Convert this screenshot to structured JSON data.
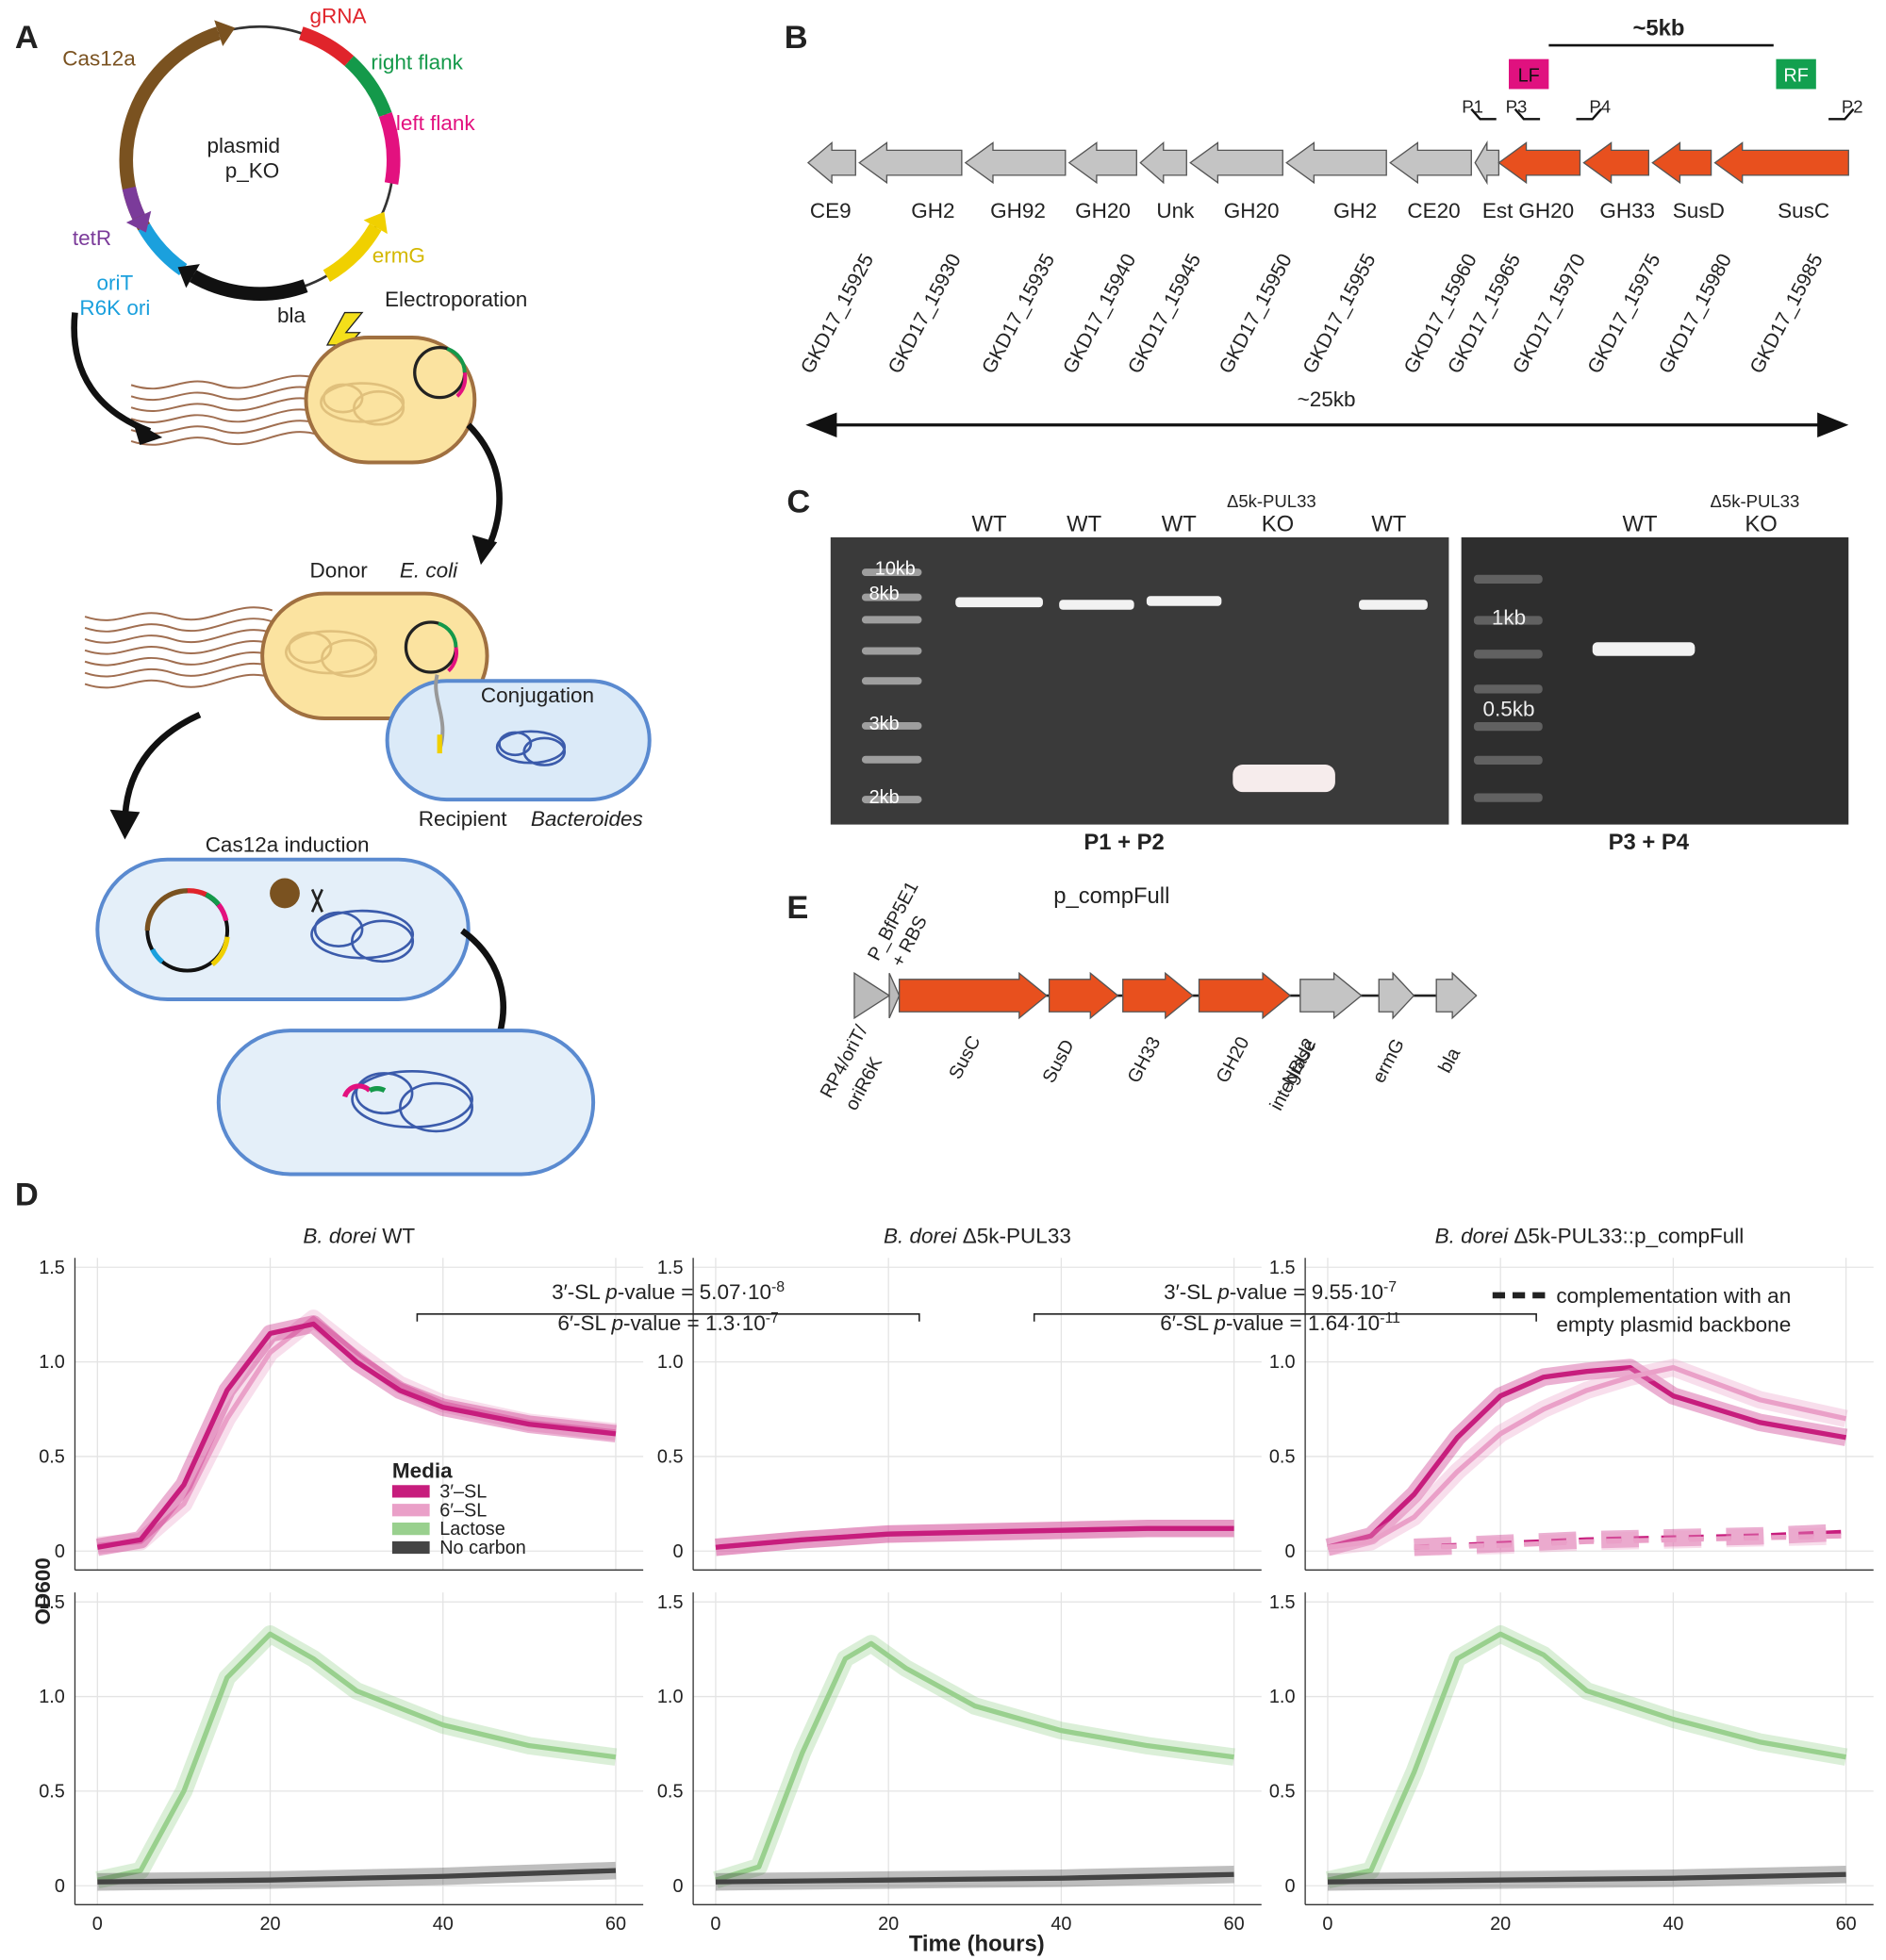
{
  "panels": {
    "a": "A",
    "b": "B",
    "c": "C",
    "d": "D",
    "e": "E"
  },
  "panel_a": {
    "plasmid_name_1": "plasmid",
    "plasmid_name_2": "p_KO",
    "parts": [
      "Cas12a",
      "gRNA",
      "right flank",
      "left flank",
      "ermG",
      "bla",
      "tetR",
      "oriT",
      "R6K ori"
    ],
    "colors": {
      "cas12a": "#7a5220",
      "grna": "#e0242b",
      "right_flank": "#14994a",
      "left_flank": "#e3117f",
      "ermg": "#f0d000",
      "bla": "#111111",
      "tetr": "#7b3b9a",
      "ori": "#1ba0dd"
    },
    "electroporation": "Electroporation",
    "donor": "Donor",
    "donor_species": "E. coli",
    "conjugation": "Conjugation",
    "recipient": "Recipient",
    "recipient_genus": "Bacteroides",
    "induction": "Cas12a induction"
  },
  "panel_b": {
    "scale_5kb": "~5kb",
    "lf": "LF",
    "rf": "RF",
    "primers": [
      "P1",
      "P3",
      "P4",
      "P2"
    ],
    "genes": [
      {
        "name": "CE9",
        "locus": "GKD17_15925",
        "type": "grey"
      },
      {
        "name": "GH2",
        "locus": "GKD17_15930",
        "type": "grey"
      },
      {
        "name": "GH92",
        "locus": "GKD17_15935",
        "type": "grey"
      },
      {
        "name": "GH20",
        "locus": "GKD17_15940",
        "type": "grey"
      },
      {
        "name": "Unk",
        "locus": "GKD17_15945",
        "type": "grey"
      },
      {
        "name": "GH20",
        "locus": "GKD17_15950",
        "type": "grey"
      },
      {
        "name": "GH2",
        "locus": "GKD17_15955",
        "type": "grey"
      },
      {
        "name": "CE20",
        "locus": "GKD17_15960",
        "type": "grey"
      },
      {
        "name": "Est",
        "locus": "GKD17_15965",
        "type": "grey"
      },
      {
        "name": "GH20",
        "locus": "GKD17_15970",
        "type": "orange"
      },
      {
        "name": "GH33",
        "locus": "GKD17_15975",
        "type": "orange"
      },
      {
        "name": "SusD",
        "locus": "GKD17_15980",
        "type": "orange"
      },
      {
        "name": "SusC",
        "locus": "GKD17_15985",
        "type": "orange"
      }
    ],
    "scale_25kb": "~25kb"
  },
  "panel_c": {
    "gel1_lanes": [
      "WT",
      "WT",
      "WT",
      "Δ5k-PUL33",
      "KO",
      "WT"
    ],
    "gel1_ladder": [
      "10kb",
      "8kb",
      "3kb",
      "2kb"
    ],
    "gel1_caption": "P1 + P2",
    "gel2_lanes": [
      "WT",
      "Δ5k-PUL33",
      "KO"
    ],
    "gel2_ladder": [
      "1kb",
      "0.5kb"
    ],
    "gel2_caption": "P3 + P4"
  },
  "panel_e": {
    "title": "p_compFull",
    "parts": [
      "P_BfP5E1",
      "+ RBS",
      "RP4/oriT/",
      "oriR6K",
      "SusC",
      "SusD",
      "GH33",
      "GH20",
      "NBU2",
      "integrase",
      "ermG",
      "bla"
    ]
  },
  "panel_d": {
    "strain_prefix": "B. dorei",
    "titles": [
      "WT",
      "Δ5k-PUL33",
      "Δ5k-PUL33::p_compFull"
    ],
    "stats": [
      {
        "l1_a": "3′-SL ",
        "l1_b": "p",
        "l1_c": "-value = 5.07·10",
        "l1_exp": "-8",
        "l2_a": "6′-SL ",
        "l2_b": "p",
        "l2_c": "-value = 1.3·10",
        "l2_exp": "-7"
      },
      {
        "l1_a": "3′-SL ",
        "l1_b": "p",
        "l1_c": "-value = 9.55·10",
        "l1_exp": "-7",
        "l2_a": "6′-SL ",
        "l2_b": "p",
        "l2_c": "-value = 1.64·10",
        "l2_exp": "-11"
      }
    ],
    "dashed_legend_1": "complementation with an",
    "dashed_legend_2": "empty plasmid backbone",
    "legend_title": "Media",
    "ylabel": "OD600",
    "xlabel": "Time (hours)"
  },
  "chart_data": {
    "type": "line",
    "xlabel": "Time (hours)",
    "ylabel": "OD600",
    "xlim": [
      0,
      60
    ],
    "ylim": [
      0,
      1.5
    ],
    "x_ticks": [
      0,
      20,
      40,
      60
    ],
    "y_ticks": [
      "0",
      "0.5",
      "1.0",
      "1.5"
    ],
    "legend": {
      "title": "Media",
      "position": "inside-left",
      "entries": [
        {
          "name": "3′–SL",
          "color": "#c71d7d"
        },
        {
          "name": "6′–SL",
          "color": "#eaa0c8"
        },
        {
          "name": "Lactose",
          "color": "#99d08e"
        },
        {
          "name": "No carbon",
          "color": "#444444"
        }
      ]
    },
    "panels": [
      {
        "row": 0,
        "col": 0,
        "series": [
          {
            "name": "6′–SL",
            "x": [
              0,
              5,
              10,
              15,
              20,
              25,
              30,
              35,
              40,
              50,
              60
            ],
            "y": [
              0.03,
              0.05,
              0.25,
              0.7,
              1.05,
              1.23,
              1.05,
              0.88,
              0.78,
              0.68,
              0.63
            ]
          },
          {
            "name": "3′–SL",
            "x": [
              0,
              5,
              10,
              15,
              20,
              25,
              30,
              35,
              40,
              50,
              60
            ],
            "y": [
              0.02,
              0.06,
              0.35,
              0.85,
              1.15,
              1.2,
              1.0,
              0.85,
              0.76,
              0.67,
              0.62
            ]
          }
        ]
      },
      {
        "row": 0,
        "col": 1,
        "series": [
          {
            "name": "6′–SL",
            "x": [
              0,
              10,
              20,
              30,
              40,
              50,
              60
            ],
            "y": [
              0.02,
              0.06,
              0.09,
              0.1,
              0.11,
              0.12,
              0.12
            ]
          },
          {
            "name": "3′–SL",
            "x": [
              0,
              10,
              20,
              30,
              40,
              50,
              60
            ],
            "y": [
              0.02,
              0.06,
              0.09,
              0.1,
              0.11,
              0.12,
              0.12
            ]
          }
        ]
      },
      {
        "row": 0,
        "col": 2,
        "series": [
          {
            "name": "3′–SL",
            "x": [
              0,
              5,
              10,
              15,
              20,
              25,
              30,
              35,
              40,
              50,
              60
            ],
            "y": [
              0.02,
              0.08,
              0.3,
              0.6,
              0.82,
              0.92,
              0.95,
              0.97,
              0.82,
              0.68,
              0.6
            ]
          },
          {
            "name": "6′–SL",
            "x": [
              0,
              5,
              10,
              15,
              20,
              25,
              30,
              35,
              40,
              50,
              60
            ],
            "y": [
              0.02,
              0.05,
              0.18,
              0.42,
              0.62,
              0.75,
              0.85,
              0.92,
              0.97,
              0.8,
              0.7
            ]
          },
          {
            "name": "3′–SL (empty backbone)",
            "dashed": true,
            "x": [
              10,
              20,
              30,
              40,
              50,
              60
            ],
            "y": [
              0.02,
              0.04,
              0.06,
              0.07,
              0.08,
              0.1
            ]
          },
          {
            "name": "6′–SL (empty backbone)",
            "dashed": true,
            "x": [
              10,
              20,
              30,
              40,
              50,
              60
            ],
            "y": [
              0.02,
              0.03,
              0.05,
              0.06,
              0.07,
              0.08
            ]
          }
        ]
      },
      {
        "row": 1,
        "col": 0,
        "series": [
          {
            "name": "Lactose",
            "x": [
              0,
              5,
              10,
              15,
              20,
              25,
              30,
              40,
              50,
              60
            ],
            "y": [
              0.03,
              0.08,
              0.5,
              1.1,
              1.33,
              1.2,
              1.03,
              0.85,
              0.74,
              0.68
            ]
          },
          {
            "name": "No carbon",
            "x": [
              0,
              20,
              40,
              60
            ],
            "y": [
              0.02,
              0.03,
              0.05,
              0.08
            ]
          }
        ]
      },
      {
        "row": 1,
        "col": 1,
        "series": [
          {
            "name": "Lactose",
            "x": [
              0,
              5,
              10,
              15,
              18,
              22,
              30,
              40,
              50,
              60
            ],
            "y": [
              0.03,
              0.1,
              0.7,
              1.2,
              1.28,
              1.15,
              0.95,
              0.82,
              0.74,
              0.68
            ]
          },
          {
            "name": "No carbon",
            "x": [
              0,
              20,
              40,
              60
            ],
            "y": [
              0.02,
              0.03,
              0.04,
              0.06
            ]
          }
        ]
      },
      {
        "row": 1,
        "col": 2,
        "series": [
          {
            "name": "Lactose",
            "x": [
              0,
              5,
              10,
              15,
              20,
              25,
              30,
              40,
              50,
              60
            ],
            "y": [
              0.03,
              0.08,
              0.6,
              1.2,
              1.33,
              1.22,
              1.03,
              0.88,
              0.76,
              0.68
            ]
          },
          {
            "name": "No carbon",
            "x": [
              0,
              20,
              40,
              60
            ],
            "y": [
              0.02,
              0.03,
              0.04,
              0.06
            ]
          }
        ]
      }
    ]
  }
}
